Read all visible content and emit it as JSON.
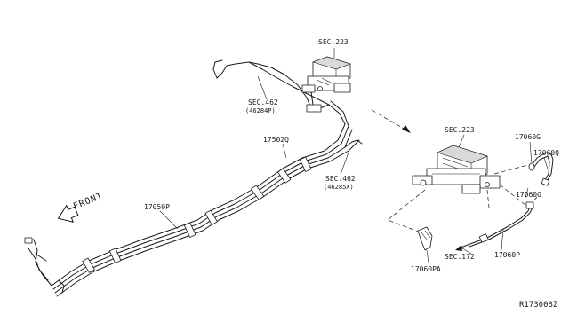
{
  "labels": {
    "sec223_top": "SEC.223",
    "sec462_a": "SEC.462",
    "sec462_a_ref": "(46284P)",
    "part_17502q": "17502Q",
    "sec462_b": "SEC.462",
    "sec462_b_ref": "(46285X)",
    "front": "FRONT",
    "part_17050p": "17050P",
    "sec223_right": "SEC.223",
    "part_17060g_top": "17060G",
    "part_17060q": "17060Q",
    "part_17060g_bottom": "17060G",
    "part_17060p": "17060P",
    "sec172": "SEC.172",
    "part_17060pa": "17060PA",
    "diagram_id": "R173008Z"
  }
}
